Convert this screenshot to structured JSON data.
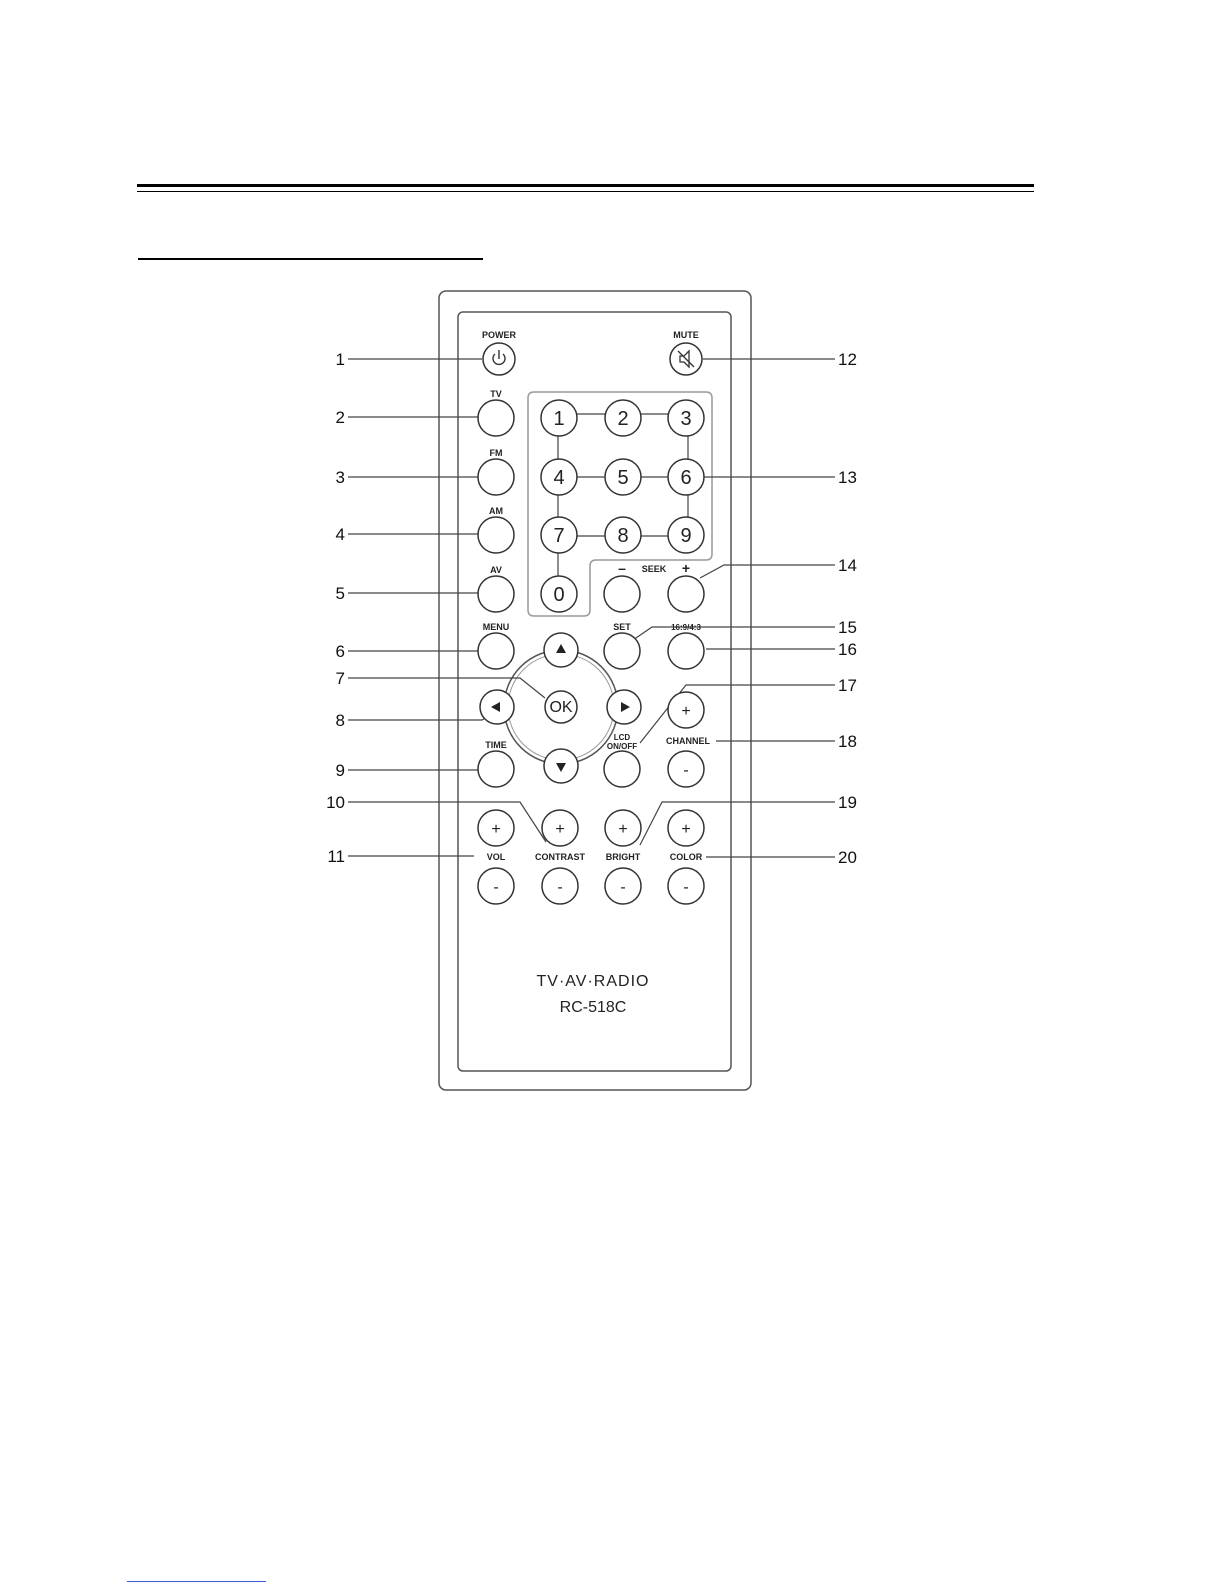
{
  "remote": {
    "brand_text": "TV·AV·RADIO",
    "model_text": "RC-518C",
    "labels": {
      "power": "POWER",
      "mute": "MUTE",
      "tv": "TV",
      "fm": "FM",
      "am": "AM",
      "av": "AV",
      "menu": "MENU",
      "time": "TIME",
      "seek": "SEEK",
      "set": "SET",
      "aspect": "16:9/4:3",
      "lcd_line1": "LCD",
      "lcd_line2": "ON/OFF",
      "channel": "CHANNEL",
      "vol": "VOL",
      "contrast": "CONTRAST",
      "bright": "BRIGHT",
      "color": "COLOR",
      "ok": "OK"
    },
    "digits": [
      "1",
      "2",
      "3",
      "4",
      "5",
      "6",
      "7",
      "8",
      "9",
      "0"
    ],
    "plus": "+",
    "minus": "-",
    "seek_minus": "–",
    "seek_plus": "+"
  },
  "callouts": [
    "1",
    "2",
    "3",
    "4",
    "5",
    "6",
    "7",
    "8",
    "9",
    "10",
    "11",
    "12",
    "13",
    "14",
    "15",
    "16",
    "17",
    "18",
    "19",
    "20"
  ]
}
